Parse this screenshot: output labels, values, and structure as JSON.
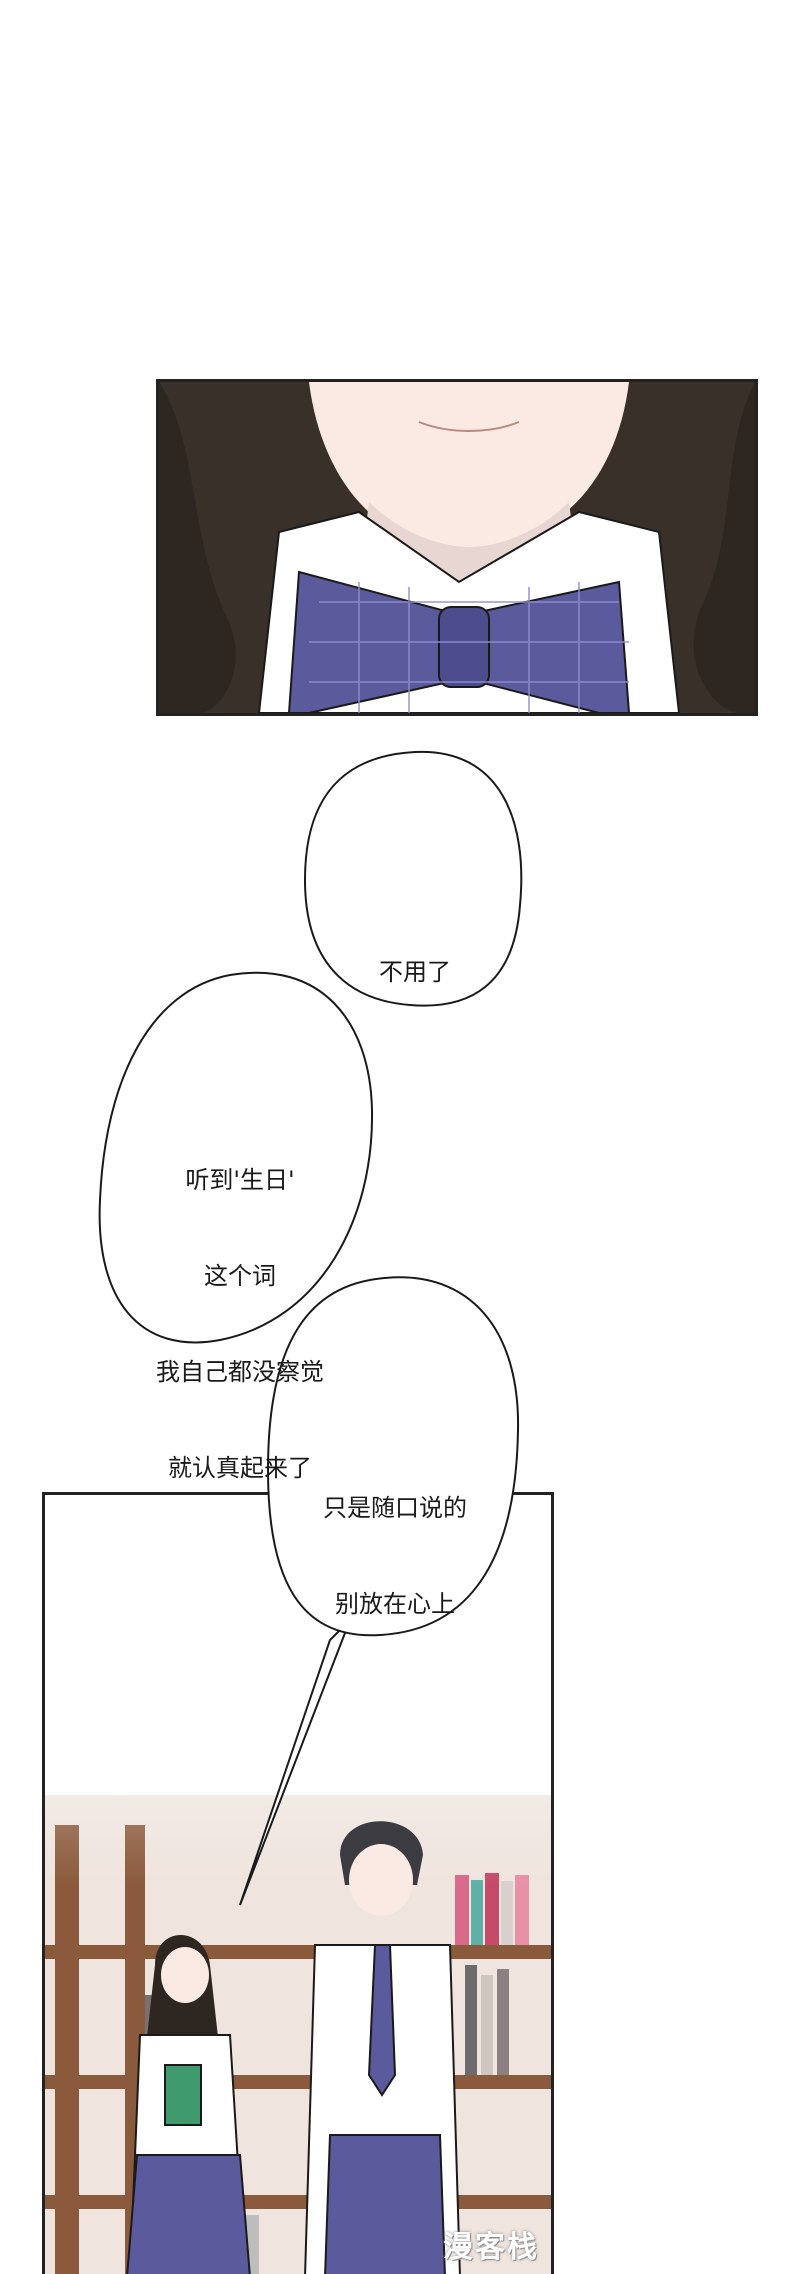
{
  "speech_bubbles": [
    {
      "lines": [
        "不用了"
      ]
    },
    {
      "lines": [
        "听到'生日'",
        "这个词",
        "我自己都没察觉",
        "就认真起来了"
      ]
    },
    {
      "lines": [
        "只是随口说的",
        "别放在心上"
      ]
    }
  ],
  "watermark": "漫客栈",
  "colors": {
    "hair": "#3a302a",
    "skin": "#fbe9e4",
    "plaid": "#5b5a9c",
    "shirt": "#ffffff",
    "shelf": "#8b5a3c",
    "outline": "#1a1a1a"
  }
}
